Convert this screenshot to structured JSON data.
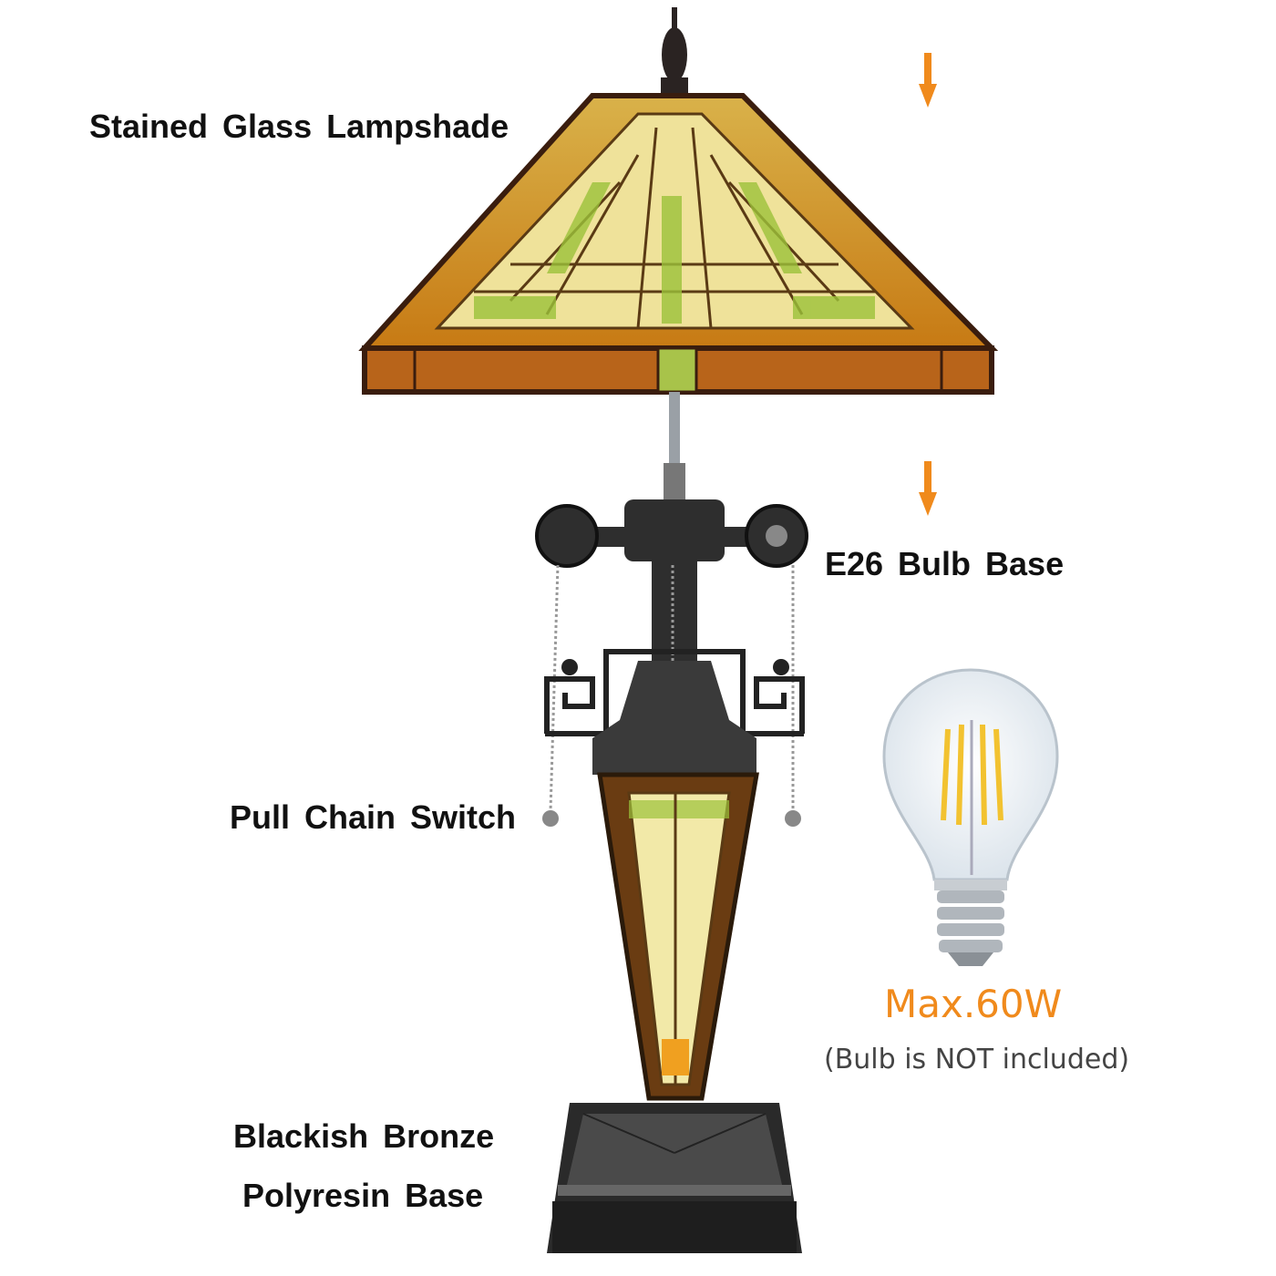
{
  "labels": {
    "lampshade": "Stained Glass Lampshade",
    "bulb_base": "E26 Bulb Base",
    "pull_chain": "Pull Chain Switch",
    "base_line1": "Blackish Bronze",
    "base_line2": "Polyresin Base"
  },
  "bulb": {
    "max_wattage": "Max.60W",
    "note": "(Bulb is NOT included)"
  },
  "colors": {
    "accent": "#f08a1c",
    "glass_amber": "#c8861c",
    "glass_green": "#9cc23a",
    "glass_cream": "#f2e9a8",
    "bronze": "#2a2a2a"
  }
}
